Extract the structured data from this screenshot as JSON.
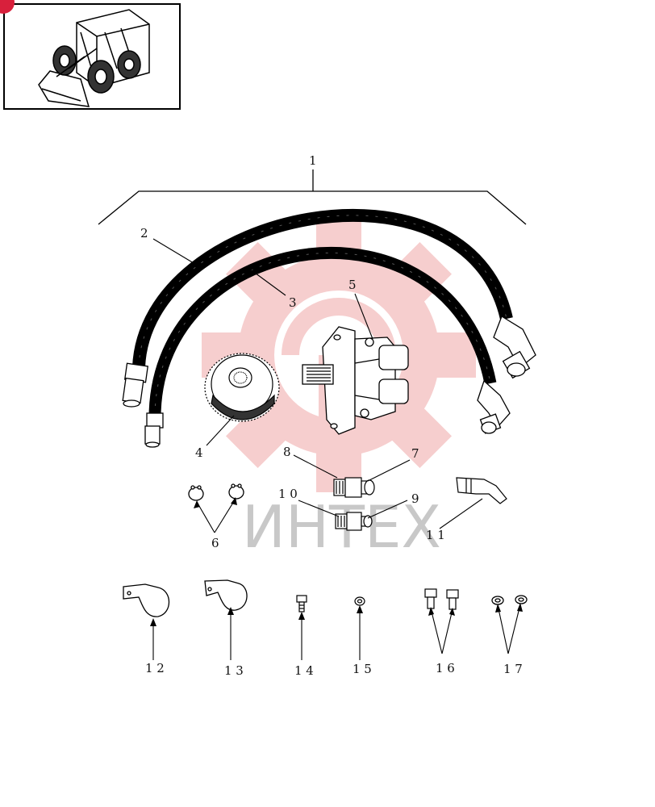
{
  "watermark": {
    "text": "ИНТЕХ",
    "gear_color": "#f5c6c6",
    "text_color": "#c8c8c8"
  },
  "thumbnail": {
    "badge_color": "#d8203c"
  },
  "parts": {
    "p1": "1",
    "p2": "2",
    "p3": "3",
    "p4": "4",
    "p5": "5",
    "p6": "6",
    "p7": "7",
    "p8": "8",
    "p9": "9",
    "p10": "1 0",
    "p11": "1 1",
    "p12": "1 2",
    "p13": "1 3",
    "p14": "1 4",
    "p15": "1 5",
    "p16": "1 6",
    "p17": "1 7"
  }
}
